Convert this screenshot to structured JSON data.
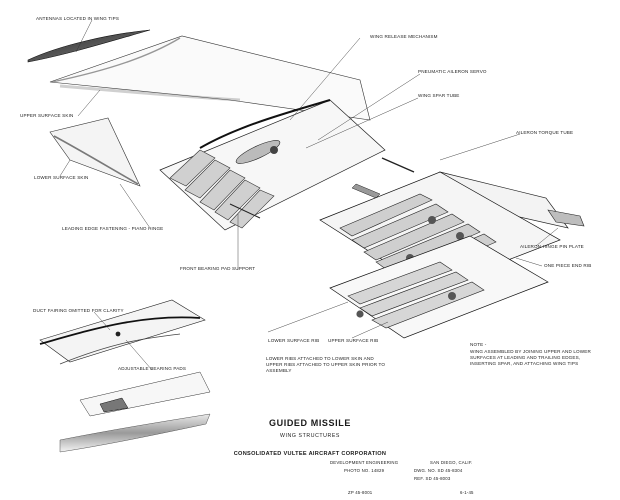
{
  "labels": {
    "antennas": "ANTENNAS LOCATED IN WING TIPS",
    "upper_skin": "UPPER SURFACE SKIN",
    "lower_skin": "LOWER SURFACE SKIN",
    "leading_edge": "LEADING EDGE FASTENING - PIANO HINGE",
    "wing_release": "WING RELEASE MECHANISM",
    "pneumatic_servo": "PNEUMATIC AILERON SERVO",
    "spar_tube": "WING SPAR TUBE",
    "aileron_torque": "AILERON TORQUE TUBE",
    "front_bearing": "FRONT BEARING PAD SUPPORT",
    "hinge_pin": "AILERON HINGE PIN PLATE",
    "end_rib": "ONE PIECE END RIB",
    "duct_fairing": "DUCT FAIRING OMITTED FOR CLARITY",
    "bearing_pads": "ADJUSTABLE BEARING PADS",
    "lower_rib": "LOWER SURFACE RIB",
    "upper_rib": "UPPER SURFACE RIB",
    "ribs_note": "LOWER RIBS ATTACHED TO LOWER SKIN AND UPPER RIBS ATTACHED TO UPPER SKIN PRIOR TO ASSEMBLY",
    "note_head": "NOTE -",
    "note_body": "WING ASSEMBLED BY JOINING UPPER AND LOWER SURFACES AT LEADING AND TRAILING EDGES, INSERTING SPAR, AND ATTACHING WING TIPS"
  },
  "title_block": {
    "title": "GUIDED MISSILE",
    "subtitle": "WING STRUCTURES",
    "corporation": "CONSOLIDATED VULTEE AIRCRAFT CORPORATION",
    "department": "DEVELOPMENT ENGINEERING",
    "location": "SAN DIEGO, CALIF.",
    "photo_no": "PHOTO NO. 14829",
    "dwg_no": "DWG. NO. SD 45-8304",
    "ref": "REF. SD 45-8003",
    "zp": "ZP 45-8001",
    "date": "6-1-45"
  }
}
